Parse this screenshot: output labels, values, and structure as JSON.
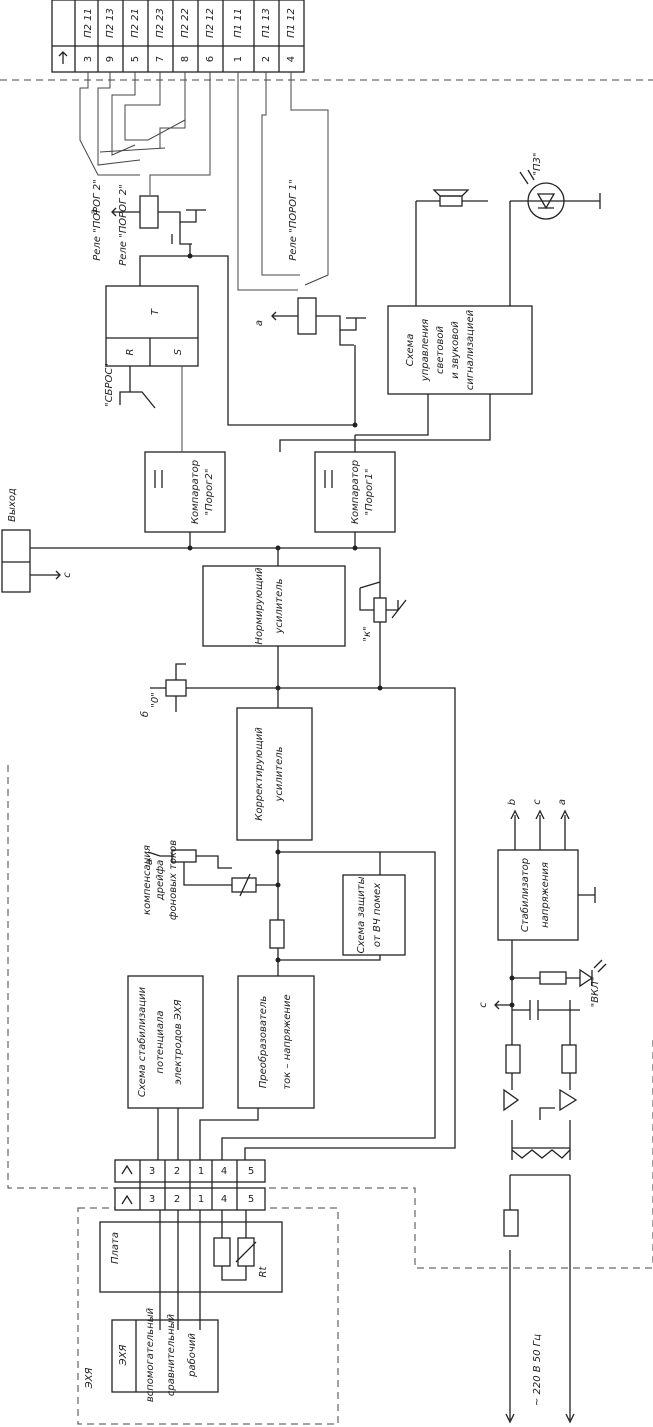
{
  "top_connector": {
    "numbers": [
      "3",
      "9",
      "5",
      "7",
      "8",
      "6",
      "1",
      "2",
      "4"
    ],
    "codes": [
      "П2 11",
      "П2 13",
      "П2 21",
      "П2 23",
      "П2 22",
      "П2 12",
      "П1 11",
      "П1 13",
      "П1 12"
    ]
  },
  "relays": {
    "relay2": "Реле \"ПОРОГ 2\"",
    "relay1": "Реле \"ПОРОГ 1\"",
    "a_label": "а"
  },
  "trigger": {
    "T": "Т",
    "R": "R",
    "S": "S"
  },
  "reset_label": "\"СБРОС\"",
  "indicators": {
    "lamp": "\"П3\""
  },
  "alarm_circuit": [
    "Схема",
    "управления",
    "световой",
    "и звуковой",
    "сигнализацией"
  ],
  "comparators": {
    "comp2": [
      "Компаратор",
      "\"Порог2\""
    ],
    "comp1": [
      "Компаратор",
      "\"Порог1\""
    ]
  },
  "left_meter": {
    "text": "Выход",
    "c": "с"
  },
  "norm_amp": [
    "Нормирующий",
    "усилитель"
  ],
  "gain_label": "\"к\"",
  "zero_label": [
    "б",
    "\"0\""
  ],
  "corr_amp": [
    "Корректирующий",
    "усилитель"
  ],
  "drift": {
    "lines": [
      "компенсация",
      "дрейфа",
      "фоновых токов"
    ],
    "a": "а"
  },
  "hf_protect": [
    "Схема защиты",
    "от ВЧ помех"
  ],
  "converter": [
    "Преобразователь",
    "ток – напряжение"
  ],
  "potential_stab": [
    "Схема стабилизации",
    "потенциала",
    "электродов ЭХЯ"
  ],
  "power_stab": [
    "Стабилизатор",
    "напряжения"
  ],
  "power_out": {
    "b": "b",
    "c": "с",
    "a": "а"
  },
  "vkl_label": "\"ВКЛ\"",
  "c_label": "с",
  "mains": "~ 220 В 50 Гц",
  "mid_connector": {
    "numbers": [
      "3",
      "2",
      "1",
      "4",
      "5"
    ]
  },
  "plate": "Плата",
  "rt": "Rt",
  "cell": {
    "title": "ЭХЯ",
    "labels": [
      "вспомогательный",
      "сравнительный",
      "рабочий"
    ]
  }
}
